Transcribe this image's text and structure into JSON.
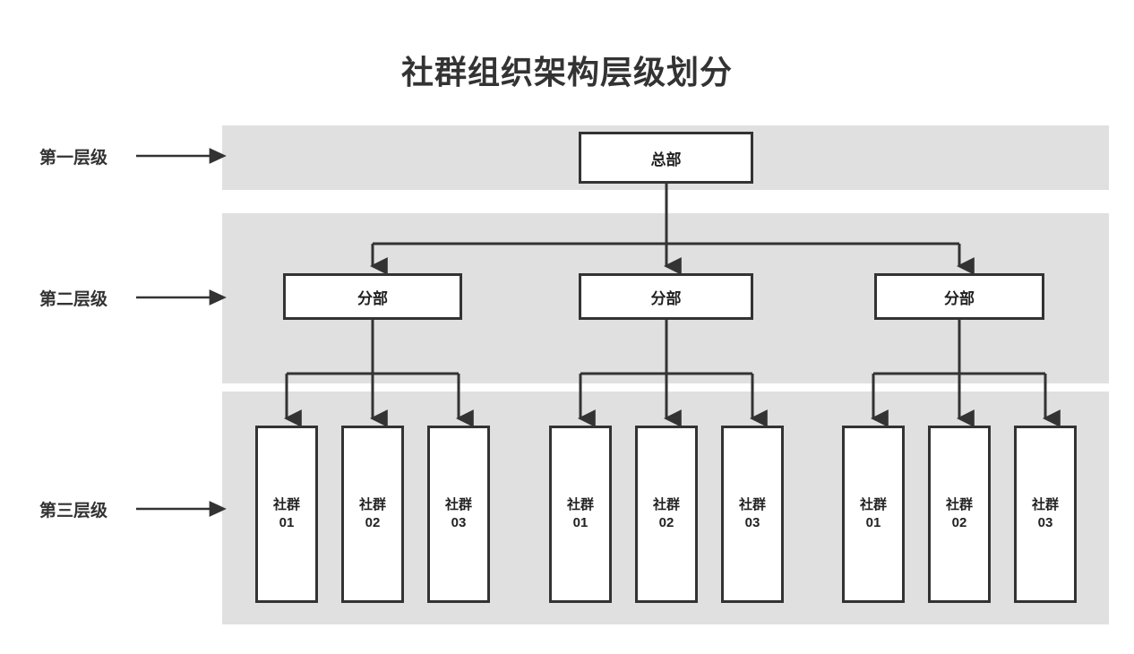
{
  "title": "社群组织架构层级划分",
  "colors": {
    "band": "#e0e0e0",
    "border": "#333333",
    "text": "#333333",
    "node_fill": "#ffffff",
    "connector": "#333333"
  },
  "levels": [
    {
      "label": "第一层级",
      "band_name": "level-1-band"
    },
    {
      "label": "第二层级",
      "band_name": "level-2-band"
    },
    {
      "label": "第三层级",
      "band_name": "level-3-band"
    }
  ],
  "nodes": {
    "headquarters": {
      "label": "总部"
    },
    "branches": [
      {
        "label": "分部"
      },
      {
        "label": "分部"
      },
      {
        "label": "分部"
      }
    ],
    "communities": [
      {
        "name": "社群",
        "number": "01"
      },
      {
        "name": "社群",
        "number": "02"
      },
      {
        "name": "社群",
        "number": "03"
      },
      {
        "name": "社群",
        "number": "01"
      },
      {
        "name": "社群",
        "number": "02"
      },
      {
        "name": "社群",
        "number": "03"
      },
      {
        "name": "社群",
        "number": "01"
      },
      {
        "name": "社群",
        "number": "02"
      },
      {
        "name": "社群",
        "number": "03"
      }
    ]
  },
  "chart_data": {
    "type": "diagram",
    "title": "社群组织架构层级划分",
    "structure": "hierarchy",
    "tiers": [
      {
        "tier": 1,
        "label": "第一层级",
        "nodes": [
          "总部"
        ],
        "count": 1
      },
      {
        "tier": 2,
        "label": "第二层级",
        "nodes": [
          "分部",
          "分部",
          "分部"
        ],
        "count": 3
      },
      {
        "tier": 3,
        "label": "第三层级",
        "nodes": [
          "社群 01",
          "社群 02",
          "社群 03",
          "社群 01",
          "社群 02",
          "社群 03",
          "社群 01",
          "社群 02",
          "社群 03"
        ],
        "count": 9
      }
    ],
    "edges": [
      {
        "from": "总部",
        "to": "分部 1"
      },
      {
        "from": "总部",
        "to": "分部 2"
      },
      {
        "from": "总部",
        "to": "分部 3"
      },
      {
        "from": "分部 1",
        "to": "社群 01"
      },
      {
        "from": "分部 1",
        "to": "社群 02"
      },
      {
        "from": "分部 1",
        "to": "社群 03"
      },
      {
        "from": "分部 2",
        "to": "社群 01"
      },
      {
        "from": "分部 2",
        "to": "社群 02"
      },
      {
        "from": "分部 2",
        "to": "社群 03"
      },
      {
        "from": "分部 3",
        "to": "社群 01"
      },
      {
        "from": "分部 3",
        "to": "社群 02"
      },
      {
        "from": "分部 3",
        "to": "社群 03"
      }
    ]
  }
}
